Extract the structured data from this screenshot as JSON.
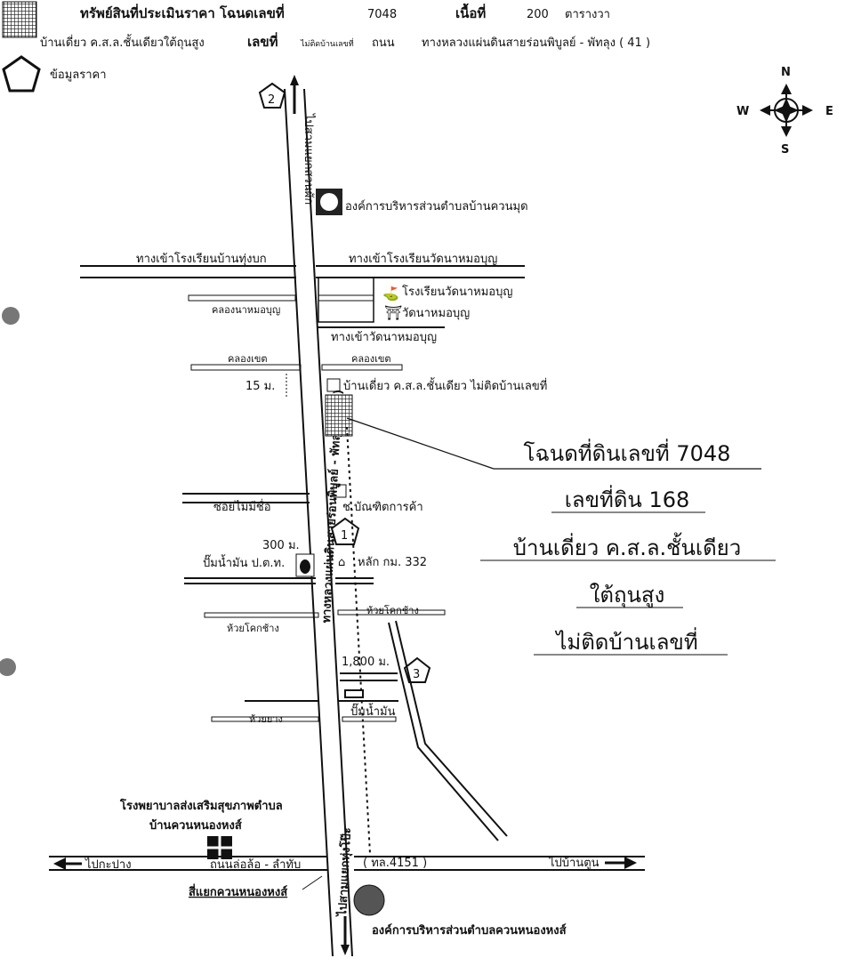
{
  "header": {
    "title": "ทรัพย์สินที่ประเมินราคา โฉนดเลขที่",
    "deed_no": "7048",
    "area_label": "เนื้อที่",
    "area_value": "200",
    "area_unit": "ตารางวา",
    "property_type": "บ้านเดี่ยว ค.ส.ล.ชั้นเดียวใต้ถุนสูง",
    "house_no_label": "เลขที่",
    "house_no_value": "ไม่ติดบ้านเลขที่",
    "road_label": "ถนน",
    "road_value": "ทางหลวงแผ่นดินสายร่อนพิบูลย์ - พัทลุง ( 41 )",
    "legend_price": "ข้อมูลราคา"
  },
  "compass": {
    "n": "N",
    "s": "S",
    "e": "E",
    "w": "W"
  },
  "map": {
    "road_north": "ไปสามแยกสวนผัก",
    "road_main": "ทางหลวงแผ่นดินสายร่อนพิบูลย์ - พัทลุง ( 41 )",
    "road_south": "ไปสามแยกทุ่งโป๊ะ",
    "tao_north": "องค์การบริหารส่วนตำบลบ้านควนมุด",
    "school_road_left": "ทางเข้าโรงเรียนบ้านทุ่งบก",
    "school_road_right": "ทางเข้าโรงเรียนวัดนาหมอบุญ",
    "canal_1": "คลองนาหมอบุญ",
    "school": "โรงเรียนวัดนาหมอบุญ",
    "temple": "วัดนาหมอบุญ",
    "temple_road": "ทางเข้าวัดนาหมอบุญ",
    "canal_left": "คลองเขต",
    "canal_right": "คลองเขต",
    "dist_15": "15 ม.",
    "subject_label": "บ้านเดี่ยว ค.ส.ล.ชั้นเดียว ไม่ติดบ้านเลขที่",
    "soi": "ซอยไม่มีชื่อ",
    "shop": "ช.บัณฑิตการค้า",
    "dist_300": "300 ม.",
    "ptt": "ปั๊มน้ำมัน ป.ต.ท.",
    "km_post": "หลัก กม. 332",
    "creek_right": "ห้วยโคกช้าง",
    "creek_left": "ห้วยโคกช้าง",
    "dist_1800": "1,800 ม.",
    "gas_station": "ปั๊มน้ำมัน",
    "creek_yang": "ห้วยยาง",
    "hospital_1": "โรงพยาบาลส่งเสริมสุขภาพตำบล",
    "hospital_2": "บ้านควนหนองหงส์",
    "to_west": "ไปกะปาง",
    "road_west": "ถนนล่อล้อ - ลำทับ",
    "road_east_code": "( ทล.4151 )",
    "to_east": "ไปบ้านตูน",
    "junction": "สี่แยกควนหนองหงส์",
    "tao_south": "องค์การบริหารส่วนตำบลควนหนองหงส์",
    "marker_1": "1",
    "marker_2": "2",
    "marker_3": "3"
  },
  "callout": {
    "line1": "โฉนดที่ดินเลขที่  7048",
    "line2": "เลขที่ดิน 168",
    "line3": "บ้านเดี่ยว ค.ส.ล.ชั้นเดียว",
    "line4": "ใต้ถุนสูง",
    "line5": "ไม่ติดบ้านเลขที่"
  }
}
